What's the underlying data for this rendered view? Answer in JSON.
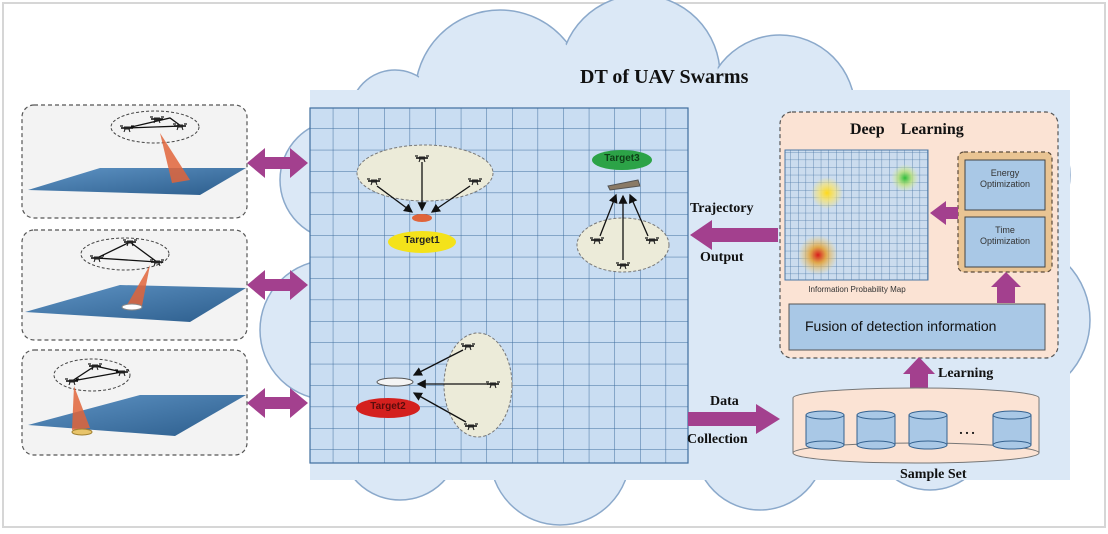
{
  "title": "DT of UAV Swarms",
  "labels": {
    "deep_learning": "Deep    Learning",
    "trajectory": "Trajectory",
    "output": "Output",
    "data": "Data",
    "collection": "Collection",
    "learning": "Learning",
    "sample_set": "Sample Set",
    "fusion": "Fusion of detection information",
    "info_map": "Information Probability Map",
    "energy": "Energy\nOptimization",
    "time": "Time\nOptimization",
    "ellipsis": "…"
  },
  "targets": {
    "t1": "Target1",
    "t2": "Target2",
    "t3": "Target3"
  },
  "colors": {
    "cloud": "#dbe8f6",
    "cloud_edge": "#8ba9cb",
    "grid_fill": "#c9ddf2",
    "grid_line": "#3f6e9e",
    "arrow": "#a3408e",
    "panel": "#fbe3d4",
    "fusion": "#a9c8e6",
    "target1": "#f4e21a",
    "target2": "#d4201e",
    "target3": "#2ca347",
    "sea": "#3f76a8"
  }
}
